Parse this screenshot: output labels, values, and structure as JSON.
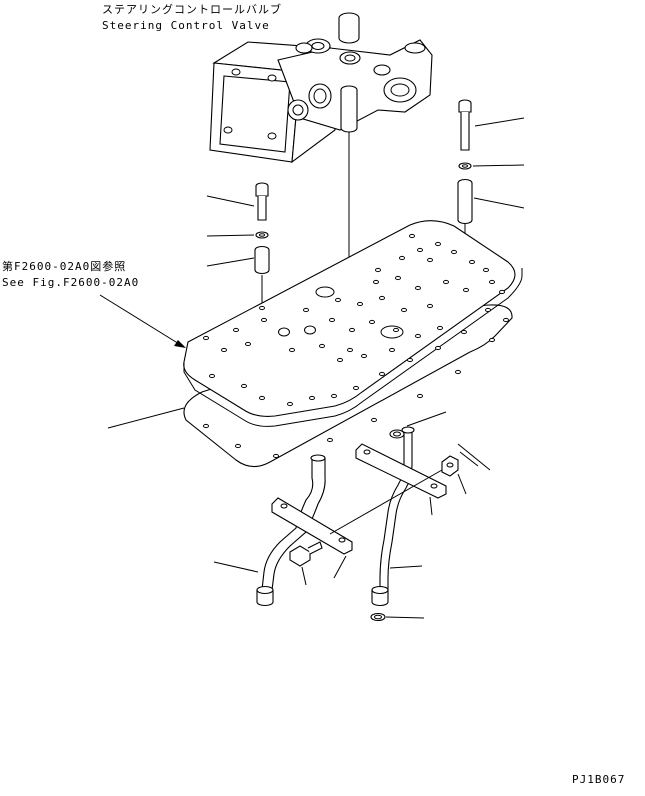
{
  "labels": {
    "valve_jp": "ステアリングコントロールバルブ",
    "valve_en": "Steering Control Valve",
    "ref_jp": "第F2600-02A0図参照",
    "ref_en": "See Fig.F2600-02A0",
    "drawing_code": "PJ1B067"
  }
}
